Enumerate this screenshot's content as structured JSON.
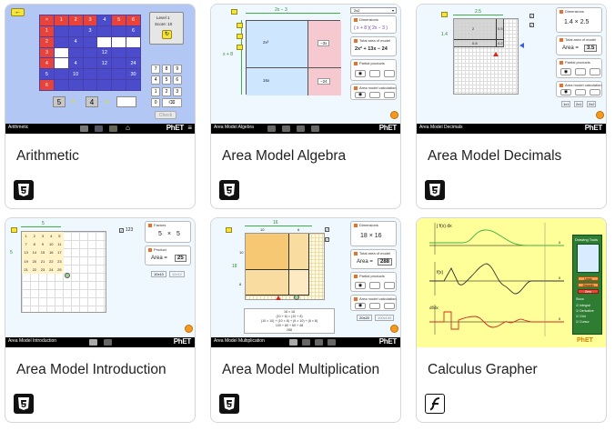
{
  "cards": [
    {
      "title": "Arithmetic",
      "badge": "html5"
    },
    {
      "title": "Area Model Algebra",
      "badge": "html5"
    },
    {
      "title": "Area Model Decimals",
      "badge": "html5"
    },
    {
      "title": "Area Model Introduction",
      "badge": "html5"
    },
    {
      "title": "Area Model Multiplication",
      "badge": "html5"
    },
    {
      "title": "Calculus Grapher",
      "badge": "flash"
    }
  ],
  "thumbs": {
    "arithmetic": {
      "nav_title": "Arithmetic",
      "phet": "PhET",
      "level": "Level 1",
      "score": "Score: 10",
      "header_row": [
        "×",
        "1",
        "2",
        "3",
        "4",
        "5",
        "6"
      ],
      "row_labels": [
        "1",
        "2",
        "3",
        "4",
        "5",
        "6"
      ],
      "cells": {
        "r1c3": "3",
        "r1c6": "6",
        "r2c2": "4",
        "r3c4": "12",
        "r4c2": "4",
        "r4c4": "12",
        "r4c6": "24",
        "r5c2": "10",
        "r5c6": "30"
      },
      "eq_a": "5",
      "eq_op": "×",
      "eq_b": "4",
      "eq_eq": "=",
      "keypad": [
        "7",
        "8",
        "9",
        "4",
        "5",
        "6",
        "1",
        "2",
        "3",
        "0",
        "⌫"
      ],
      "check": "Check"
    },
    "algebra": {
      "nav_title": "Area Model Algebra",
      "phet": "PhET",
      "top_dim": "2x − 3",
      "side_dim": "x + 8",
      "cell_a": "2x²",
      "cell_b": "−3x",
      "cell_c": "16x",
      "cell_d": "−24",
      "select": "2x2",
      "dimensions_label": "Dimensions",
      "dimensions_value": "( x + 8 )( 2x − 3 )",
      "total_label": "Total area of model",
      "total_value": "2x² + 13x − 24",
      "partial_label": "Partial products",
      "calc_label": "Area model calculation"
    },
    "decimals": {
      "nav_title": "Area Model Decimals",
      "phet": "PhET",
      "top_dim": "2.5",
      "side_dim": "1.4",
      "c1": "2",
      "c2": "0.5",
      "c3": "0.8",
      "c4": "0.2",
      "dimensions_label": "Dimensions",
      "dimensions_value": "1.4 × 2.5",
      "total_label": "Total area of model",
      "area_label": "Area =",
      "area_value": "3.5",
      "partial_label": "Partial products",
      "calc_label": "Area model calculation",
      "opt1": "1x1",
      "opt2": "2x1",
      "opt3": "2x2"
    },
    "intro": {
      "nav_title": "Area Model Introduction",
      "phet": "PhET",
      "top_dim": "5",
      "side_dim": "5",
      "rows": [
        [
          "1",
          "2",
          "3",
          "4",
          "5"
        ],
        [
          "7",
          "8",
          "9",
          "10",
          "11"
        ],
        [
          "13",
          "14",
          "15",
          "16",
          "17"
        ],
        [
          "19",
          "20",
          "21",
          "22",
          "23"
        ],
        [
          "21",
          "22",
          "23",
          "24",
          "25"
        ]
      ],
      "counting": "123",
      "factors_label": "Factors",
      "factor_a": "5",
      "factor_op": "×",
      "factor_b": "5",
      "product_label": "Product",
      "area_label": "Area =",
      "area_value": "25",
      "opt1": "10x10",
      "opt2": "12x12"
    },
    "multiplication": {
      "nav_title": "Area Model Multiplication",
      "phet": "PhET",
      "top_dim": "16",
      "top_a": "10",
      "top_b": "6",
      "side_dim": "18",
      "side_a": "10",
      "side_b": "8",
      "dimensions_label": "Dimensions",
      "dimensions_value": "18 × 16",
      "total_label": "Total area of model",
      "area_label": "Area =",
      "area_value": "288",
      "partial_label": "Partial products",
      "calc_label": "Area model calculation",
      "opt1": "20x20",
      "opt2": "100x100",
      "calc_lines": [
        "16 × 18",
        "(10 + 6) × (10 + 8)",
        "(10 × 10) + (10 × 8) + (6 × 10) + (6 × 8)",
        "100 + 80 + 60 + 48",
        "288"
      ]
    },
    "calculus": {
      "phet": "PhET",
      "integral_label": "∫ f(x) dx",
      "f_label": "f(x)",
      "deriv_label": "df/dx",
      "x_label": "x",
      "tools_title": "Drawing Tools",
      "btn_undo": "Undo",
      "btn_smooth": "Smooth",
      "btn_zero": "Zero",
      "show_title": "Show",
      "show_items": [
        "Integral",
        "Derivative",
        "Grid",
        "Cursor"
      ]
    }
  },
  "colors": {
    "arith_bg": "#b3c7f4",
    "board_bg": "#4b3fa7",
    "header_red": "#e8433a",
    "cell_blue": "#4a4ccc",
    "cell_white": "#ffffff",
    "algebra_blue": "#cfe6ff",
    "algebra_pink": "#f6c8cf",
    "mult_orange": "#f7c874",
    "calc_yellow": "#ffff99",
    "calc_green_line": "#3db143",
    "calc_red_line": "#d42a1f",
    "badge": "#111111"
  }
}
